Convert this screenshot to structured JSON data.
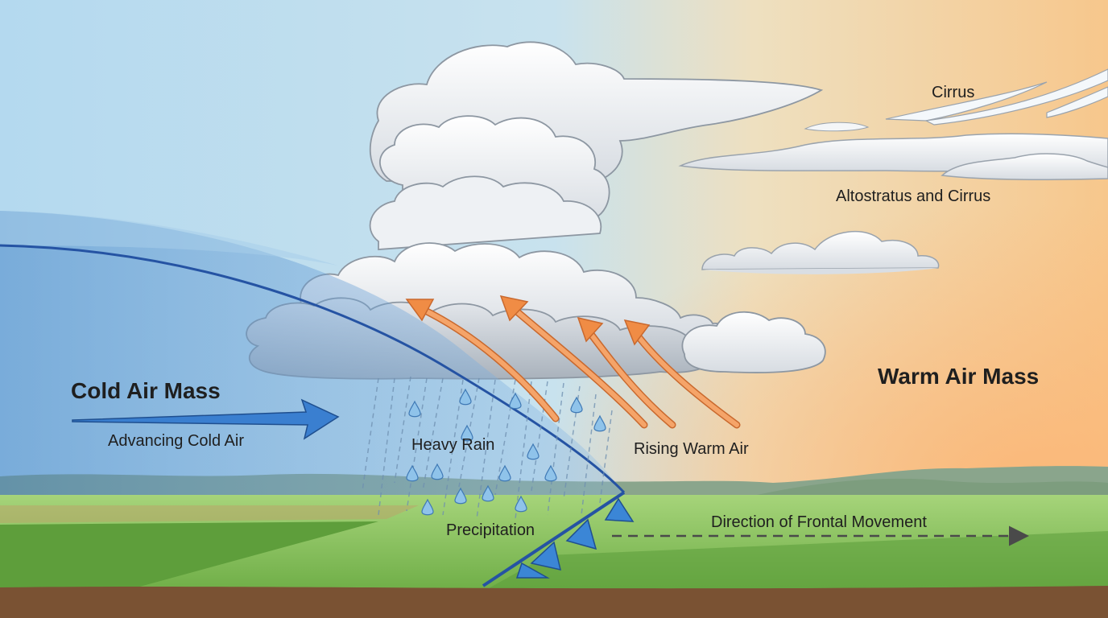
{
  "labels": {
    "cirrus": "Cirrus",
    "altostratus": "Altostratus and Cirrus",
    "cold_air_mass": "Cold Air Mass",
    "advancing_cold_air": "Advancing Cold Air",
    "heavy_rain": "Heavy Rain",
    "rising_warm_air": "Rising Warm Air",
    "warm_air_mass": "Warm Air Mass",
    "precipitation": "Precipitation",
    "direction_of_frontal_movement": "Direction of Frontal Movement"
  },
  "colors": {
    "cold_text": "#2b5f93",
    "warm_text": "#c0561e",
    "cold_front": "#2d6fc0",
    "warm_arrow": "#f08c45"
  }
}
